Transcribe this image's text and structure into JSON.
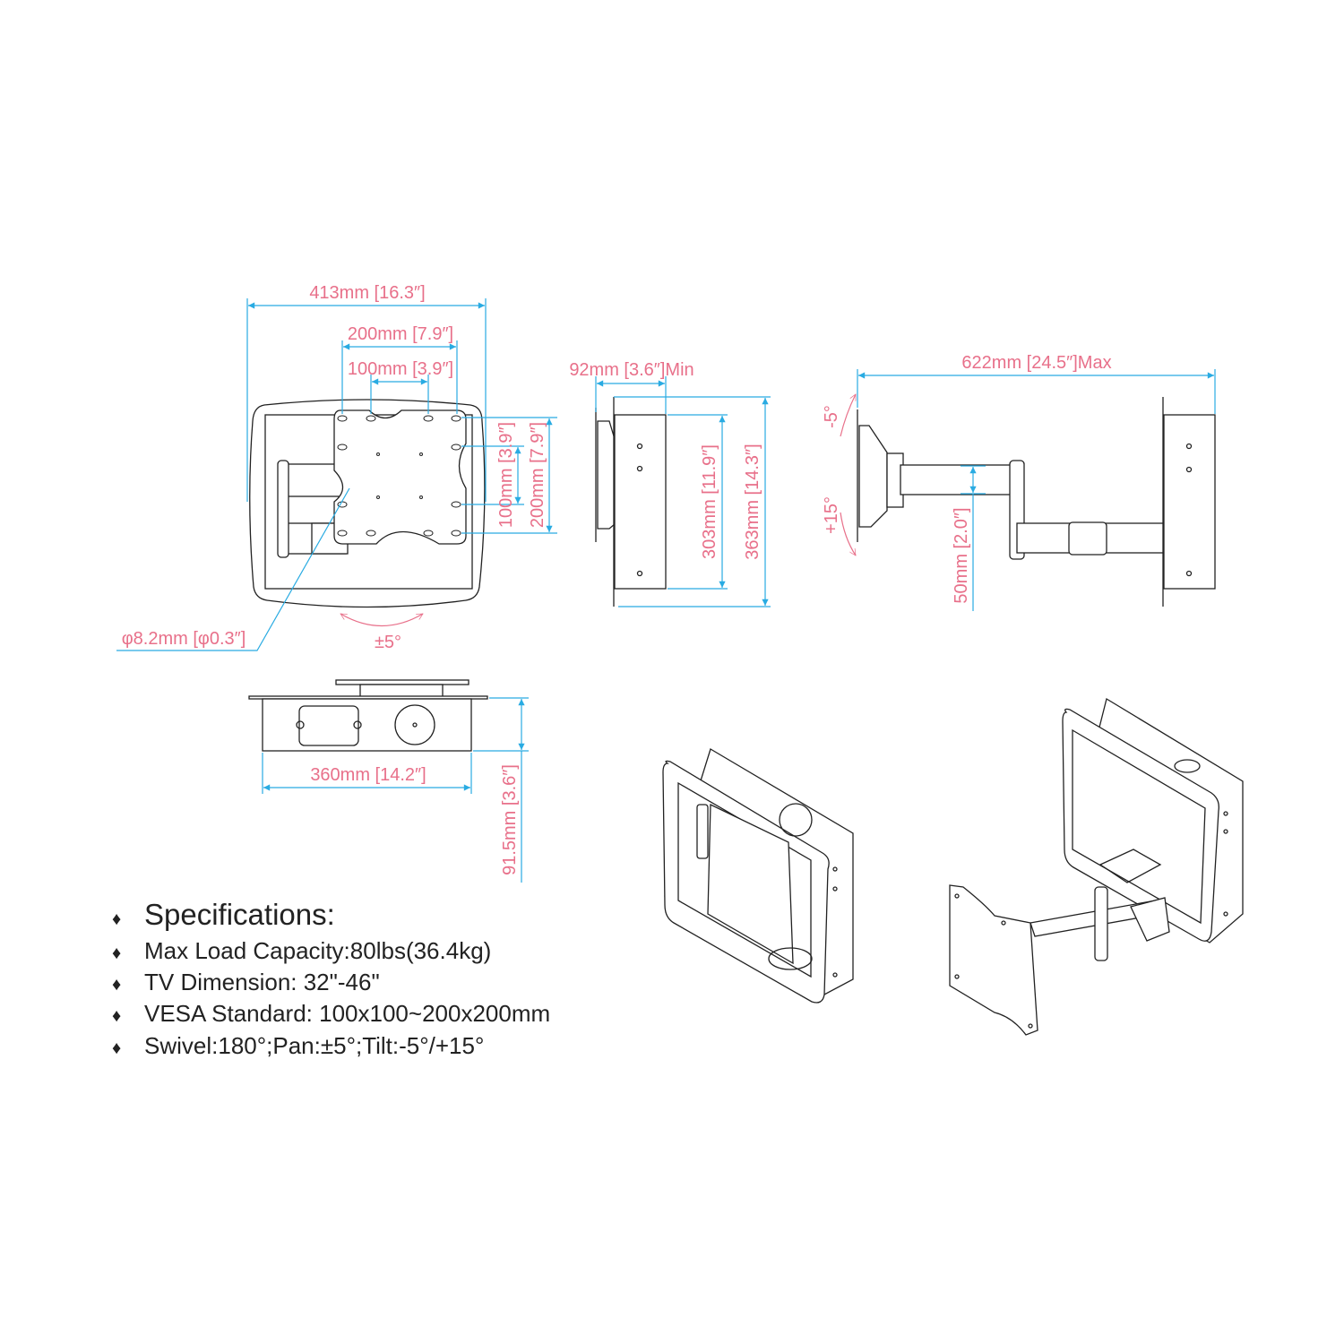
{
  "dimensions": {
    "overall_width": "413mm [16.3″]",
    "vesa_200_h": "200mm [7.9″]",
    "vesa_100_h": "100mm [3.9″]",
    "vesa_100_v": "100mm [3.9″]",
    "vesa_200_v": "200mm [7.9″]",
    "hole_diameter": "φ8.2mm [φ0.3″]",
    "pan": "±5°",
    "min_depth": "92mm [3.6″]Min",
    "box_height": "303mm [11.9″]",
    "overall_height": "363mm [14.3″]",
    "max_extension": "622mm [24.5″]Max",
    "tilt_up": "-5°",
    "tilt_down": "+15°",
    "arm_height": "50mm [2.0″]",
    "box_width": "360mm [14.2″]",
    "box_depth": "91.5mm [3.6″]"
  },
  "specifications": {
    "title": "Specifications:",
    "bullet": "♦",
    "items": [
      "Max Load Capacity:80lbs(36.4kg)",
      "TV Dimension: 32\"-46\"",
      "VESA Standard: 100x100~200x200mm",
      "Swivel:180°;Pan:±5°;Tilt:-5°/+15°"
    ]
  },
  "colors": {
    "dimension_text": "#e8708a",
    "dimension_line": "#29abe2",
    "drawing": "#222222"
  }
}
